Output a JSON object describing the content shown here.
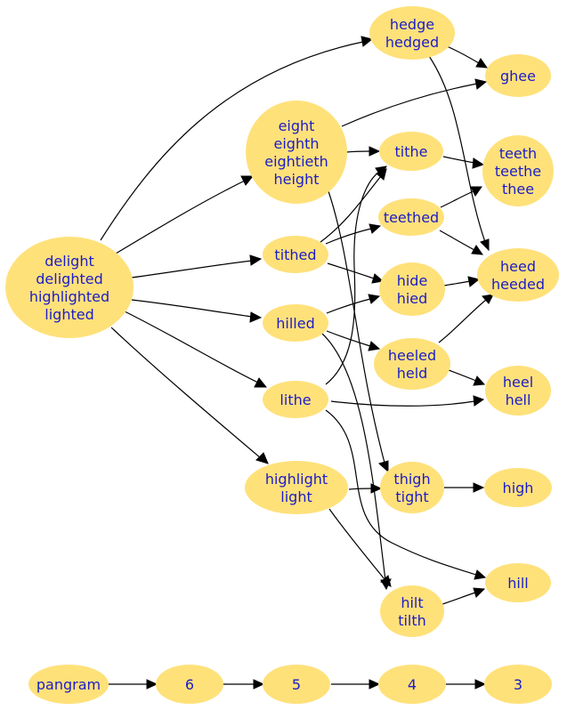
{
  "nodes": [
    {
      "id": "delight",
      "lines": [
        "delight",
        "delighted",
        "highlighted",
        "lighted"
      ]
    },
    {
      "id": "hedge",
      "lines": [
        "hedge",
        "hedged"
      ]
    },
    {
      "id": "ghee",
      "lines": [
        "ghee"
      ]
    },
    {
      "id": "eight",
      "lines": [
        "eight",
        "eighth",
        "eightieth",
        "height"
      ]
    },
    {
      "id": "tithe",
      "lines": [
        "tithe"
      ]
    },
    {
      "id": "teeth",
      "lines": [
        "teeth",
        "teethe",
        "thee"
      ]
    },
    {
      "id": "teethed",
      "lines": [
        "teethed"
      ]
    },
    {
      "id": "tithed",
      "lines": [
        "tithed"
      ]
    },
    {
      "id": "heed",
      "lines": [
        "heed",
        "heeded"
      ]
    },
    {
      "id": "hide",
      "lines": [
        "hide",
        "hied"
      ]
    },
    {
      "id": "hilled",
      "lines": [
        "hilled"
      ]
    },
    {
      "id": "heeled",
      "lines": [
        "heeled",
        "held"
      ]
    },
    {
      "id": "heel",
      "lines": [
        "heel",
        "hell"
      ]
    },
    {
      "id": "lithe",
      "lines": [
        "lithe"
      ]
    },
    {
      "id": "highlight",
      "lines": [
        "highlight",
        "light"
      ]
    },
    {
      "id": "thigh",
      "lines": [
        "thigh",
        "tight"
      ]
    },
    {
      "id": "high",
      "lines": [
        "high"
      ]
    },
    {
      "id": "hill",
      "lines": [
        "hill"
      ]
    },
    {
      "id": "hilt",
      "lines": [
        "hilt",
        "tilth"
      ]
    },
    {
      "id": "pangram",
      "lines": [
        "pangram"
      ]
    },
    {
      "id": "n6",
      "lines": [
        "6"
      ]
    },
    {
      "id": "n5",
      "lines": [
        "5"
      ]
    },
    {
      "id": "n4",
      "lines": [
        "4"
      ]
    },
    {
      "id": "n3",
      "lines": [
        "3"
      ]
    }
  ],
  "edges": [
    [
      "delight",
      "hedge"
    ],
    [
      "delight",
      "eight"
    ],
    [
      "delight",
      "tithed"
    ],
    [
      "delight",
      "hilled"
    ],
    [
      "delight",
      "lithe"
    ],
    [
      "delight",
      "highlight"
    ],
    [
      "hedge",
      "ghee"
    ],
    [
      "hedge",
      "heed"
    ],
    [
      "eight",
      "ghee"
    ],
    [
      "eight",
      "tithe"
    ],
    [
      "eight",
      "thigh"
    ],
    [
      "tithe",
      "teeth"
    ],
    [
      "tithed",
      "tithe"
    ],
    [
      "tithed",
      "teethed"
    ],
    [
      "tithed",
      "hide"
    ],
    [
      "teethed",
      "teeth"
    ],
    [
      "teethed",
      "heed"
    ],
    [
      "hide",
      "heed"
    ],
    [
      "hilled",
      "hide"
    ],
    [
      "hilled",
      "heeled"
    ],
    [
      "hilled",
      "hilt"
    ],
    [
      "heeled",
      "heed"
    ],
    [
      "heeled",
      "heel"
    ],
    [
      "lithe",
      "tithe"
    ],
    [
      "lithe",
      "heel"
    ],
    [
      "lithe",
      "hill"
    ],
    [
      "highlight",
      "thigh"
    ],
    [
      "highlight",
      "hilt"
    ],
    [
      "thigh",
      "high"
    ],
    [
      "hilt",
      "hill"
    ],
    [
      "pangram",
      "n6"
    ],
    [
      "n6",
      "n5"
    ],
    [
      "n5",
      "n4"
    ],
    [
      "n4",
      "n3"
    ]
  ],
  "colors": {
    "node_fill": "#ffe17a",
    "label": "#1c1cc8",
    "edge": "#000000"
  }
}
